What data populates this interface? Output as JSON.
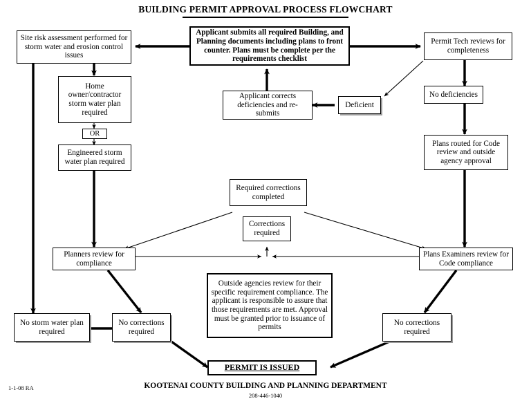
{
  "document": {
    "title": "BUILDING PERMIT APPROVAL PROCESS FLOWCHART",
    "footer_left": "1-1-08 RA",
    "footer_center": "KOOTENAI COUNTY BUILDING AND PLANNING DEPARTMENT",
    "footer_phone": "208-446-1040"
  },
  "colors": {
    "ink": "#000000",
    "paper": "#ffffff",
    "shadow": "#9b9b9b"
  },
  "nodes": {
    "site_risk": "Site risk assessment performed for storm water and erosion control issues",
    "applicant_submits": "Applicant submits all required Building, and Planning documents including plans to front counter.  Plans must be complete per the requirements checklist",
    "permit_tech": "Permit Tech reviews for completeness",
    "home_owner": "Home owner/contractor storm water plan required",
    "or": "OR",
    "engineered": "Engineered storm water plan required",
    "applicant_corrects": "Applicant corrects deficiencies and re-submits",
    "deficient": "Deficient",
    "no_deficiencies": "No deficiencies",
    "plans_routed": "Plans routed for Code review and outside agency approval",
    "required_corrections": "Required corrections completed",
    "corrections_required": "Corrections required",
    "planners_review": "Planners review for compliance",
    "plans_examiners": "Plans Examiners review for Code compliance",
    "outside_agencies": "Outside agencies review for their specific requirement compliance.  The applicant is responsible to assure that those requirements are met.  Approval must be granted prior to issuance of permits",
    "no_storm_water": "No storm water plan required",
    "no_corrections_left": "No corrections required",
    "no_corrections_right": "No corrections required",
    "permit_issued": "PERMIT IS ISSUED"
  }
}
